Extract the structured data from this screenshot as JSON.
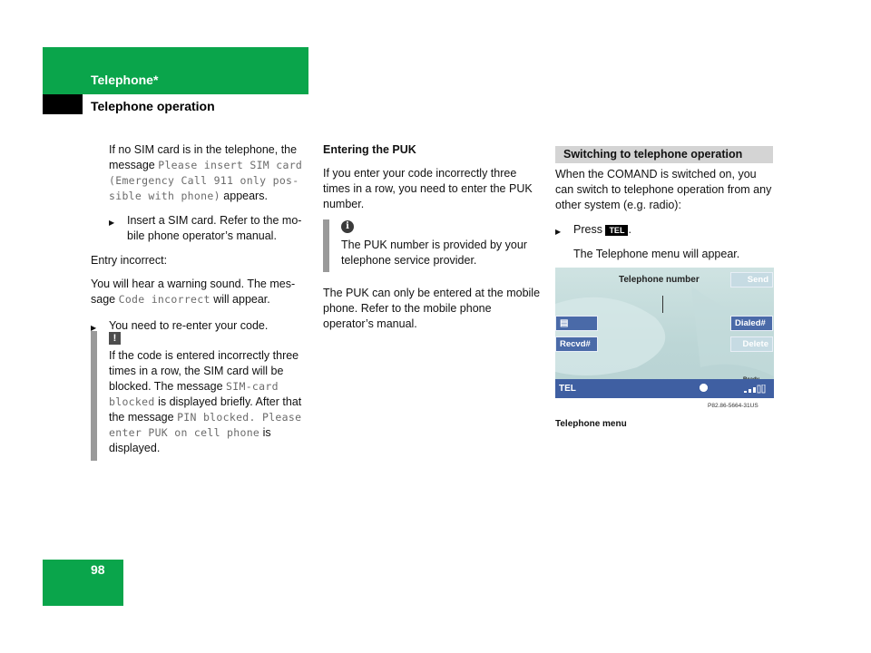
{
  "header": {
    "section": "Telephone*",
    "subsection": "Telephone operation"
  },
  "page_number": "98",
  "col1": {
    "intro_a": "If no SIM card is in the telephone, the message",
    "intro_mono": "Please insert SIM card (Emergency Call 911 only pos-sible with phone)",
    "intro_b": "appears.",
    "bullet1": "Insert a SIM card. Refer to the mo-bile phone operator’s manual.",
    "entry_incorrect": "Entry incorrect:",
    "warn_a": "You will hear a warning sound. The mes-sage",
    "warn_mono": "Code incorrect",
    "warn_b": "will appear.",
    "bullet2": "You need to re-enter your code.",
    "note": {
      "icon": "!",
      "t1": "If the code is entered incorrectly three times in a row, the SIM card will be blocked. The message",
      "m1": "SIM-card blocked",
      "t2": "is displayed briefly. After that the message",
      "m2": "PIN blocked. Please enter PUK on cell phone",
      "t3": "is displayed."
    }
  },
  "col2": {
    "heading": "Entering the PUK",
    "p1": "If you enter your code incorrectly three times in a row, you need to enter the PUK number.",
    "info": {
      "icon": "i",
      "text": "The PUK number is provided by your telephone service provider."
    },
    "p2": "The PUK can only be entered at the mobile phone. Refer to the mobile phone operator’s manual."
  },
  "col3": {
    "section_heading": "Switching to telephone operation",
    "p1": "When the COMAND is switched on, you can switch to telephone operation from any other system (e.g. radio):",
    "press": "Press",
    "tel_key": "TEL",
    "press_end": ".",
    "result": "The Telephone menu will appear.",
    "screen": {
      "title": "Telephone number",
      "send": "Send",
      "dialed": "Dialed#",
      "recvd": "Recvd#",
      "delete": "Delete",
      "tel": "TEL",
      "ready": "Ready"
    },
    "image_code": "P82.86-5664-31US",
    "caption": "Telephone menu"
  },
  "colors": {
    "brand_green": "#0aa54b",
    "screen_blue": "#4a6aa8"
  },
  "icons": [
    "warning-icon",
    "info-icon",
    "triangle-bullet-icon",
    "phonebook-icon",
    "signal-icon"
  ]
}
